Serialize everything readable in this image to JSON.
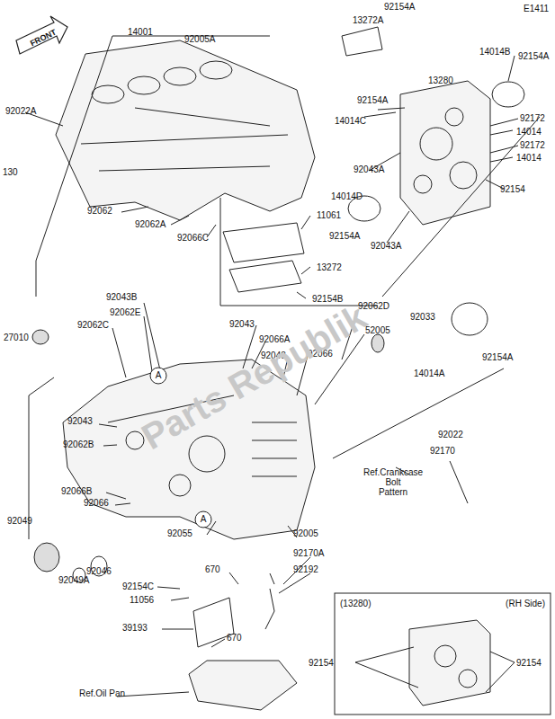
{
  "diagram": {
    "nodes": [
      {
        "text": [
          "FRONT"
        ]
      },
      {
        "text": [
          "A"
        ]
      },
      {
        "text": [
          "A"
        ]
      },
      {
        "text": [
          "(13280)",
          "(RH Side)"
        ]
      }
    ],
    "labels": [
      "E1411",
      "14001",
      "92005A",
      "92154A",
      "13272A",
      "14014B",
      "92154A",
      "13280",
      "92022A",
      "130",
      "92154A",
      "14014C",
      "92172",
      "14014",
      "92172",
      "14014",
      "92043A",
      "14014D",
      "92154",
      "92043A",
      "92154A",
      "92062",
      "92062A",
      "92066C",
      "11061",
      "13272",
      "92154B",
      "92043B",
      "92062E",
      "92062C",
      "92043",
      "92062D",
      "92033",
      "27010",
      "92066A",
      "92043",
      "92066",
      "52005",
      "14014A",
      "92154A",
      "92043",
      "92022",
      "92170",
      "92062B",
      "Ref.Crankcase Bolt Pattern",
      "92066B",
      "92066",
      "92049",
      "92055",
      "92005",
      "92046",
      "92049A",
      "670",
      "92154C",
      "92170A",
      "11056",
      "92192",
      "39193",
      "670",
      "Ref.Oil Pan",
      "92154",
      "92154",
      "Parts Republik"
    ]
  }
}
